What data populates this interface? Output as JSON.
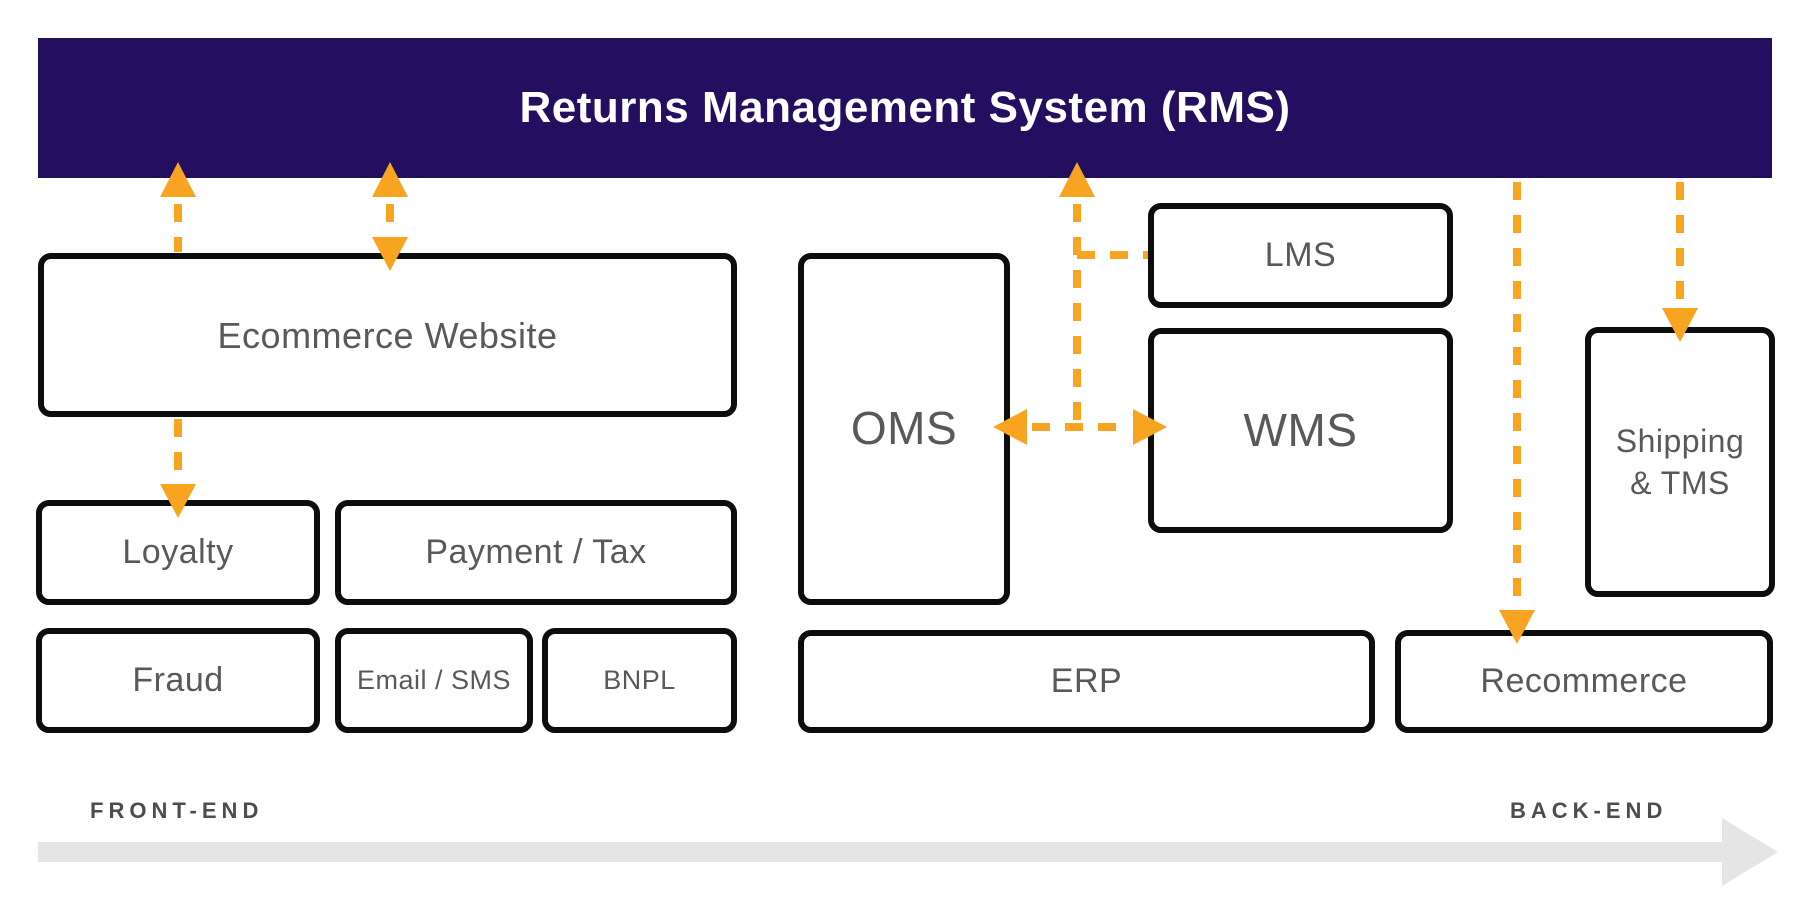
{
  "colors": {
    "accent": "#F7A521",
    "banner_bg": "#230E5F",
    "banner_text": "#FFFFFF",
    "node_border": "#0D0D0D",
    "node_bg": "#FFFFFF",
    "label": "#58595B",
    "footer_label": "#4D4D4D",
    "track": "#E5E5E5",
    "page_bg": "#FFFFFF"
  },
  "banner": {
    "title": "Returns Management System (RMS)"
  },
  "nodes": {
    "ecommerce": {
      "label": "Ecommerce Website"
    },
    "loyalty": {
      "label": "Loyalty"
    },
    "payment_tax": {
      "label": "Payment / Tax"
    },
    "fraud": {
      "label": "Fraud"
    },
    "email_sms": {
      "label": "Email / SMS"
    },
    "bnpl": {
      "label": "BNPL"
    },
    "oms": {
      "label": "OMS"
    },
    "lms": {
      "label": "LMS"
    },
    "wms": {
      "label": "WMS"
    },
    "shipping_tms": {
      "label": "Shipping & TMS",
      "line1": "Shipping",
      "line2": "& TMS"
    },
    "erp": {
      "label": "ERP"
    },
    "recommerce": {
      "label": "Recommerce"
    }
  },
  "connectors": [
    {
      "id": "ecommerce-to-rms",
      "from": "Ecommerce Website",
      "to": "Returns Management System (RMS)",
      "arrows": "up",
      "style": "dashed"
    },
    {
      "id": "rms-ecommerce-bidirectional",
      "from": "Returns Management System (RMS)",
      "to": "Ecommerce Website",
      "arrows": "both",
      "style": "dashed"
    },
    {
      "id": "ecommerce-to-loyalty",
      "from": "Ecommerce Website",
      "to": "Loyalty",
      "arrows": "down",
      "style": "dashed"
    },
    {
      "id": "oms-wms-junction-to-rms",
      "from": "OMS / WMS junction",
      "to": "Returns Management System (RMS)",
      "arrows": "up",
      "style": "dashed"
    },
    {
      "id": "junction-to-lms",
      "from": "OMS / WMS junction",
      "to": "LMS",
      "arrows": "none",
      "style": "dashed"
    },
    {
      "id": "oms-wms-bidirectional",
      "from": "OMS",
      "to": "WMS",
      "arrows": "both",
      "style": "dashed"
    },
    {
      "id": "rms-to-recommerce",
      "from": "Returns Management System (RMS)",
      "to": "Recommerce",
      "arrows": "down",
      "style": "dashed"
    },
    {
      "id": "rms-to-shipping-tms",
      "from": "Returns Management System (RMS)",
      "to": "Shipping & TMS",
      "arrows": "down",
      "style": "dashed"
    }
  ],
  "footer": {
    "left_label": "FRONT-END",
    "right_label": "BACK-END"
  }
}
